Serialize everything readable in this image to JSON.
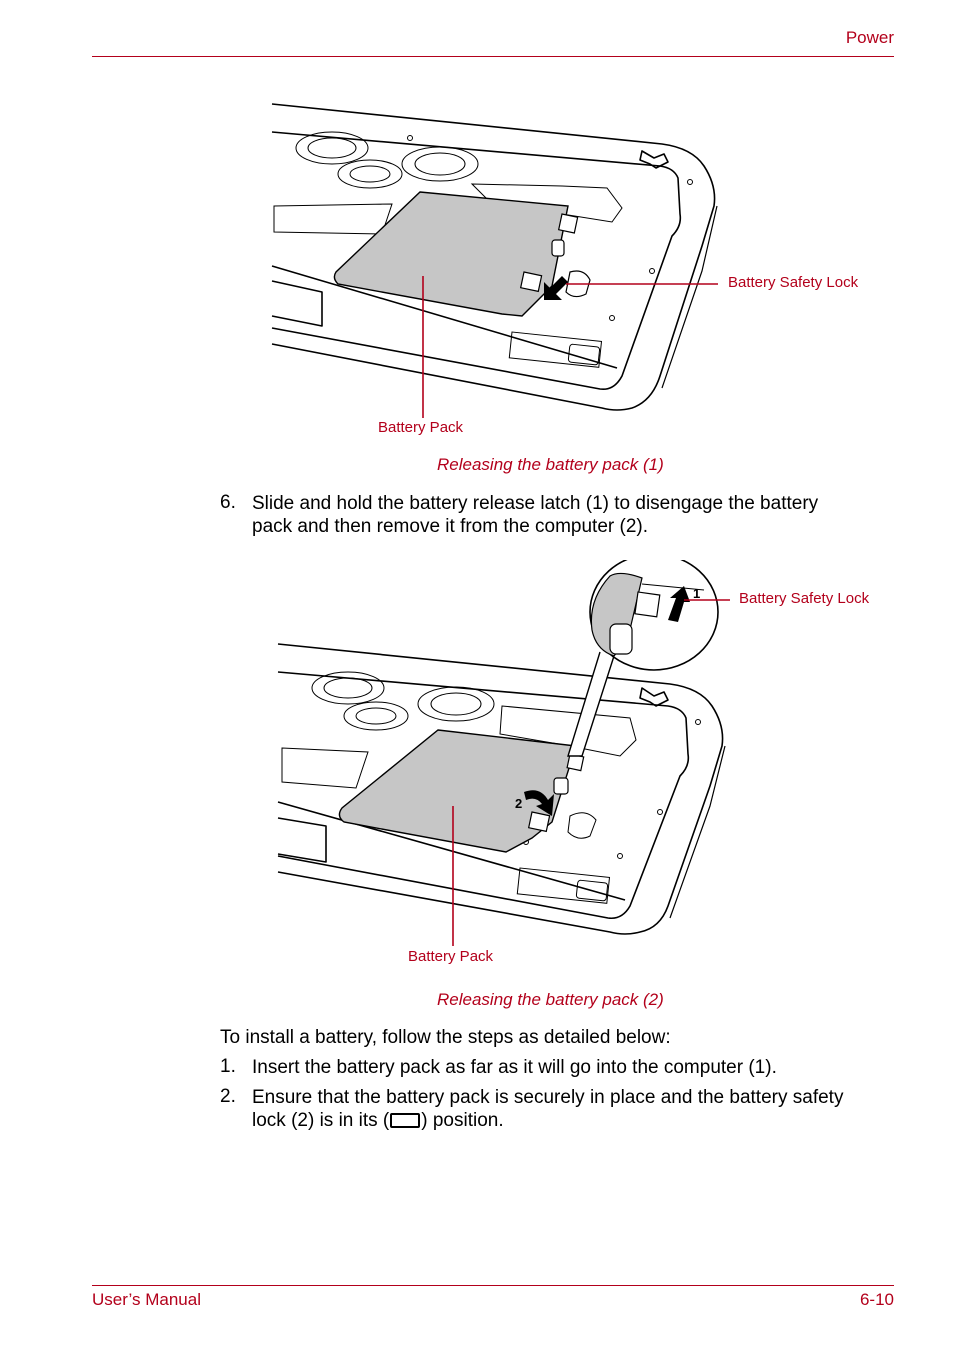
{
  "header": {
    "section": "Power"
  },
  "figure1": {
    "labels": {
      "lock": "Battery Safety Lock",
      "pack": "Battery Pack"
    },
    "caption": "Releasing the battery pack (1)"
  },
  "step6": {
    "number": "6.",
    "text_line1": "Slide and hold the battery release latch (1) to disengage the battery",
    "text_line2": "pack and then remove it from the computer (2)."
  },
  "figure2": {
    "labels": {
      "lock": "Battery Safety Lock",
      "pack": "Battery Pack",
      "callout1": "1",
      "callout2": "2"
    },
    "caption": "Releasing the battery pack (2)"
  },
  "install": {
    "intro": "To install a battery, follow the steps as detailed below:",
    "steps": [
      {
        "number": "1.",
        "line1": "Insert the battery pack as far as it will go into the computer (1)."
      },
      {
        "number": "2.",
        "line1": "Ensure that the battery pack is securely in place and the battery safety",
        "line2_before": "lock (2) is in its (",
        "line2_after": ") position."
      }
    ]
  },
  "footer": {
    "left": "User’s Manual",
    "right": "6-10"
  },
  "colors": {
    "accent": "#b3001b",
    "pack_fill": "#c6c6c6"
  }
}
